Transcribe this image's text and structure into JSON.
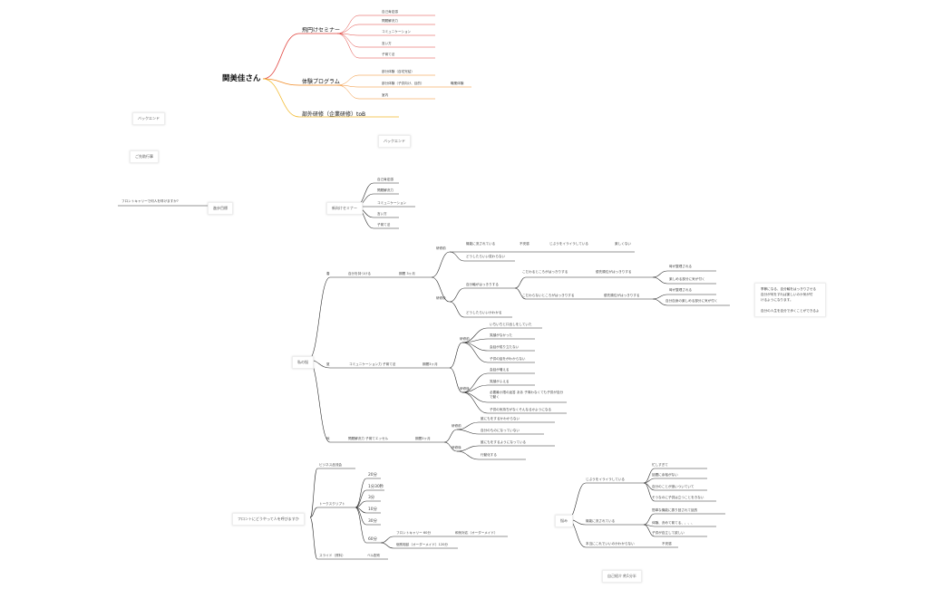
{
  "colors": {
    "red": "#e0403a",
    "orange": "#f08a24",
    "yellow": "#f2b92e",
    "dark": "#2b2b2b"
  },
  "mindmap1": {
    "root": "関美佳さん",
    "b1": {
      "label": "飛円けセミナー",
      "items": [
        "自己肯定感",
        "問題解決力",
        "コミュニケーション",
        "言い方",
        "子育て法"
      ]
    },
    "b2": {
      "label": "体験プログラム",
      "items": [
        "部分体験（自宅完結）",
        "部分体験（子供向け、目的）",
        "室内"
      ],
      "sub": "職業体験"
    },
    "b3": {
      "label": "部外研修（企業研修）toB"
    }
  },
  "floats": {
    "backend1": "バックエンド",
    "backend2": "バックエンド",
    "self_intro": "ご先助行事",
    "front_q": "フロントキャリーで何人を呼けますか?",
    "goal": "進歩目標"
  },
  "mindmap2": {
    "root": "新向けセミナー",
    "items": [
      "自己肯定感",
      "問題解決力",
      "コミュニケーション",
      "言い方",
      "子育て法"
    ]
  },
  "mindmap3": {
    "root": "私の悩",
    "r1": {
      "year": "春",
      "label": "自分を持つける",
      "period": "期間 3ヶ月",
      "before": {
        "label": "研修前",
        "a": "機能に流されている",
        "a1": "不安感",
        "a2": "じぶうをイライラしている",
        "a3": "楽しくない",
        "b": "どうしたらいい変わらない"
      },
      "after": {
        "label": "研修後",
        "a": "自分軸がはっきりする",
        "b1": "こだわるところがはっきりする",
        "b2": "優先順位がはっきりする",
        "b3": "時が整理される",
        "b4": "楽しめる部分に気が付く",
        "c1": "こだわらないところがはっきりする",
        "c2": "優先順位がはっきりする",
        "c3": "時が整理される",
        "c4": "自分自身の楽しめる部分に気が付く",
        "d": "どうしたらいいかわかる"
      }
    },
    "r2": {
      "year": "夏",
      "label": "コミュニケーション力 子育て法",
      "period": "期間3ヶ月",
      "before": {
        "label": "研修前",
        "items": [
          "いちいちと口出しをしていた",
          "笑顔がなかった",
          "会話が成り立たない",
          "子供の話をがわからない"
        ]
      },
      "after": {
        "label": "研修後",
        "items": [
          "会話が増える",
          "笑顔がふえる",
          "必要最小限の返答 ああ 子育わなくても子供が自分で動く",
          "子供の気持ちがなくそんなるかようになる"
        ]
      }
    },
    "r3": {
      "year": "秋",
      "label": "問題解決力 子育てエッセル",
      "period": "期間3ヶ月",
      "before": {
        "label": "研修前",
        "items": [
          "誰にもをするかわからない",
          "自分のものになっていない"
        ]
      },
      "after": {
        "label": "研修後",
        "items": [
          "誰にもをするようになっている",
          "行動化する"
        ]
      }
    },
    "note": [
      "季節になる、自分軸をはっきりさせる",
      "自分が何をすれば楽しいのか気が付",
      "けるようになります。",
      "",
      "自分の人生を自分で歩くことができるよ"
    ]
  },
  "mindmap4": {
    "root": "フロントにどうやって人を呼びますか",
    "b1": "ビジネス品流会",
    "b2": "トークスクリプト",
    "b2_items": [
      "20分",
      "1分30秒",
      "3分",
      "10分",
      "30分",
      "60分"
    ],
    "b2_sub": [
      {
        "a": "フロントキャリー 60分",
        "b": "和気対応（オーダーメイド）"
      },
      {
        "a": "個別相談（オーダーメイド）120分"
      }
    ],
    "b3": "スライド（資料）",
    "b3_sub": "ベル配布"
  },
  "mindmap5": {
    "root": "悩み",
    "b1": "じぶうをイライラしている",
    "b1_items": [
      "忙しすぎて",
      "話聞に余裕がない",
      "自分のことが追いついていて",
      "そうなのに子供は立つことをきない"
    ],
    "b2": "機能に流されている",
    "b2_items": [
      "簡単な機能に振り回されて話的",
      "体験、決めて育てる、、、、",
      "子供が自立して欲しい"
    ],
    "b3": "本当にこれでいいのかわからない",
    "b3_sub": "不安感",
    "footer": "自己紹介 約1分半"
  }
}
